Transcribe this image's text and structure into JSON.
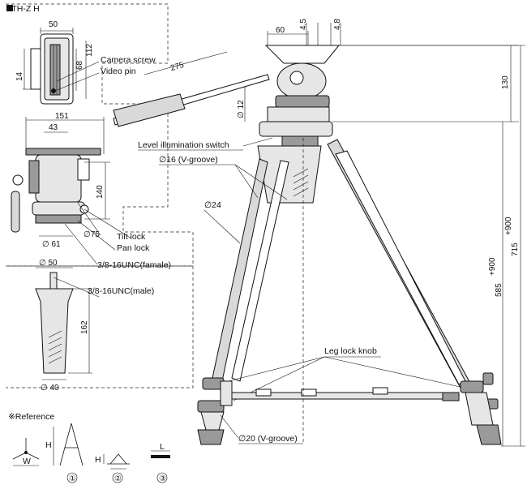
{
  "model_label": "■TH-Z H",
  "head": {
    "dim_width_top": "50",
    "dim_14": "14",
    "dim_68": "68",
    "dim_112": "112",
    "camera_screw": "Camera screw",
    "video_pin": "Video pin",
    "dim_151": "151",
    "dim_43": "43",
    "dim_140": "140",
    "dim_75": "∅75",
    "tilt_lock": "Tilt lock",
    "pan_lock": "Pan lock",
    "dim_61": "∅ 61",
    "thread_female": "3/8-16UNC(famale)"
  },
  "adapter": {
    "dim_50": "∅ 50",
    "thread_male": "3/8-16UNC(male)",
    "dim_162": "162",
    "dim_40": "∅ 40"
  },
  "reference": {
    "title": "※Reference",
    "w": "W",
    "h": "H",
    "h2": "H",
    "l": "L",
    "n1": "①",
    "n2": "②",
    "n3": "③"
  },
  "tripod": {
    "dim_60": "60",
    "dim_45": "4.5",
    "dim_48": "4.8",
    "dim_275": "275",
    "dim_12": "∅ 12",
    "dim_130": "130",
    "level_switch": "Level illumination switch",
    "dim_16": "∅16 (V-groove)",
    "dim_24": "∅24",
    "leg_lock": "Leg lock knob",
    "dim_20": "∅20 (V-groove)",
    "height_max": "715",
    "height_max_sup": "+900",
    "height_min": "585",
    "height_min_sup": "+900"
  }
}
